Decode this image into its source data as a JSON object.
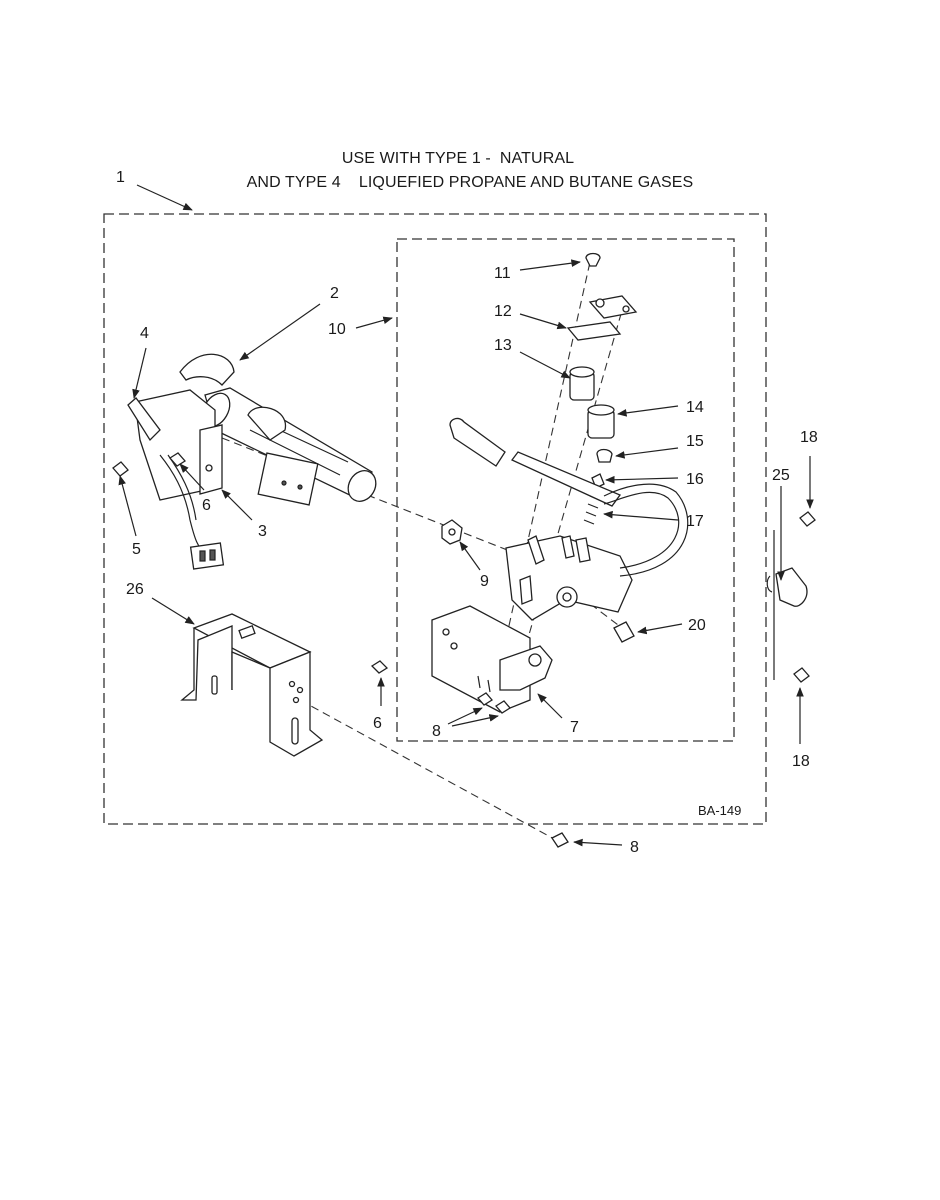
{
  "header": {
    "line1": "USE WITH TYPE 1 -  NATURAL",
    "line2": "AND TYPE 4    LIQUEFIED PROPANE AND BUTANE GASES"
  },
  "diagram_code": "BA-149",
  "callouts": [
    "1",
    "2",
    "10",
    "4",
    "11",
    "12",
    "13",
    "14",
    "15",
    "16",
    "17",
    "18",
    "25",
    "6",
    "3",
    "5",
    "9",
    "26",
    "20",
    "6",
    "7",
    "8",
    "18",
    "8"
  ]
}
